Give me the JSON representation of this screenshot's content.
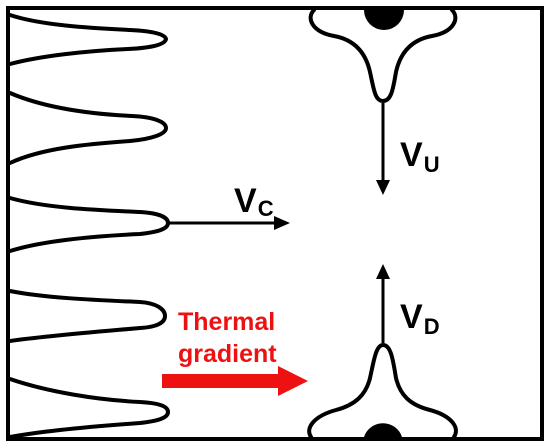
{
  "labels": {
    "vc": {
      "main": "V",
      "sub": "C"
    },
    "vu": {
      "main": "V",
      "sub": "U"
    },
    "vd": {
      "main": "V",
      "sub": "D"
    },
    "thermal_gradient": [
      "Thermal",
      "gradient"
    ]
  },
  "colors": {
    "ink": "#000000",
    "gradient": "#ee1111",
    "background": "#ffffff"
  }
}
